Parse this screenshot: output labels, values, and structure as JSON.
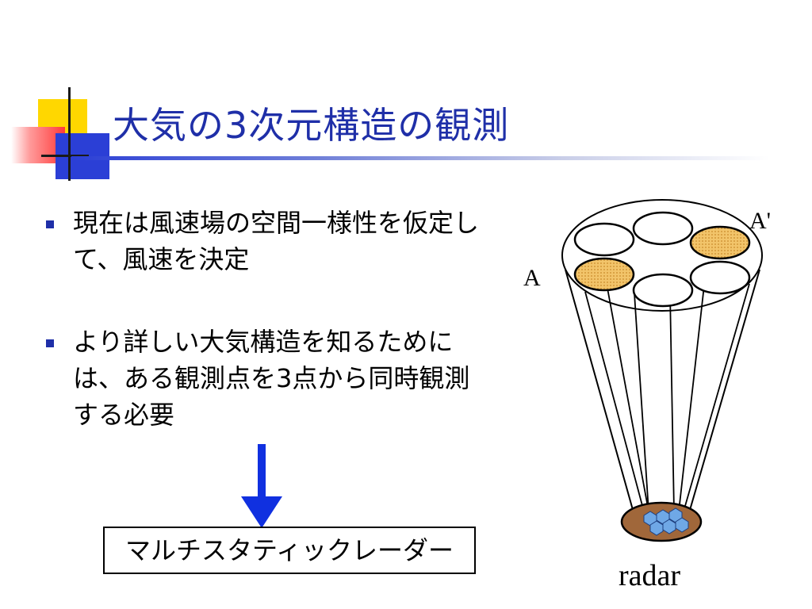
{
  "slide": {
    "title": "大気の3次元構造の観測",
    "bullets": [
      {
        "text": "現在は風速場の空間一様性を仮定して、風速を決定"
      },
      {
        "text": "より詳しい大気構造を知るためには、ある観測点を3点から同時観測する必要"
      }
    ],
    "result_box": "マルチスタティックレーダー"
  },
  "diagram": {
    "label_a": "A",
    "label_a_prime": "A'",
    "label_radar": "radar"
  },
  "colors": {
    "title": "#1f2fa8",
    "bullet": "#1f2fa8",
    "arrow": "#1030e0",
    "highlight_beam": "#f2c46a",
    "radar_dish": "#a0673a",
    "radar_panels": "#6fa8e6"
  }
}
